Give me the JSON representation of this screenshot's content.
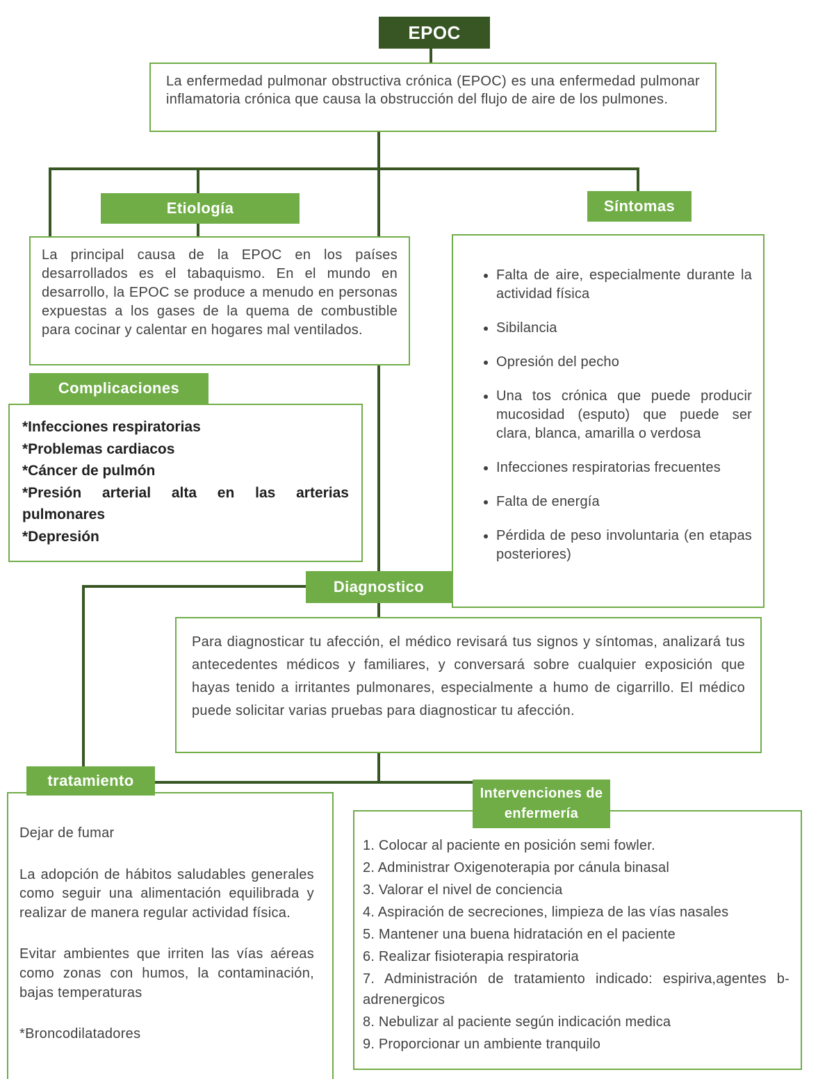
{
  "title": "EPOC",
  "definition": "La enfermedad pulmonar obstructiva crónica (EPOC) es una enfermedad pulmonar inflamatoria crónica que causa la obstrucción del flujo de aire de los pulmones.",
  "etiologia": {
    "label": "Etiología",
    "text": "La principal causa de la EPOC en los países desarrollados es el tabaquismo. En el mundo en desarrollo, la EPOC se produce a menudo en personas expuestas a los gases de la quema de combustible para cocinar y calentar en hogares mal ventilados."
  },
  "complicaciones": {
    "label": "Complicaciones",
    "items": [
      "*Infecciones respiratorias",
      "*Problemas cardiacos",
      "*Cáncer de pulmón",
      "*Presión arterial alta en las arterias pulmonares",
      "*Depresión"
    ]
  },
  "sintomas": {
    "label": "Síntomas",
    "items": [
      "Falta de aire, especialmente durante la actividad física",
      "Sibilancia",
      "Opresión del pecho",
      "Una tos crónica que puede producir mucosidad (esputo) que puede ser clara, blanca, amarilla o verdosa",
      "Infecciones respiratorias frecuentes",
      "Falta de energía",
      "Pérdida de peso involuntaria (en etapas posteriores)"
    ]
  },
  "diagnostico": {
    "label": "Diagnostico",
    "text": "Para diagnosticar tu afección, el médico revisará tus signos y síntomas, analizará tus antecedentes médicos y familiares, y conversará sobre cualquier exposición que hayas tenido a irritantes pulmonares, especialmente a humo de cigarrillo. El médico puede solicitar varias pruebas para diagnosticar tu afección."
  },
  "tratamiento": {
    "label": "tratamiento",
    "paragraphs": [
      "Dejar de fumar",
      "La adopción de hábitos saludables generales como seguir una alimentación equilibrada y realizar de manera regular actividad física.",
      "Evitar ambientes que irriten las vías aéreas como zonas con humos, la contaminación, bajas temperaturas",
      "*Broncodilatadores"
    ]
  },
  "intervenciones": {
    "label": "Intervenciones de enfermería",
    "items": [
      "1. Colocar al paciente en posición semi fowler.",
      "2. Administrar Oxigenoterapia por cánula binasal",
      "3. Valorar el nivel de conciencia",
      "4. Aspiración de secreciones, limpieza de las vías nasales",
      "5. Mantener una buena hidratación en el paciente",
      "6. Realizar fisioterapia respiratoria",
      "7. Administración de tratamiento indicado: espiriva,agentes b-adrenergicos",
      "8. Nebulizar al paciente según indicación medica",
      "9. Proporcionar un ambiente tranquilo"
    ]
  },
  "colors": {
    "header_green": "#70AD47",
    "dark_green": "#375623",
    "border_green": "#70AD47"
  }
}
